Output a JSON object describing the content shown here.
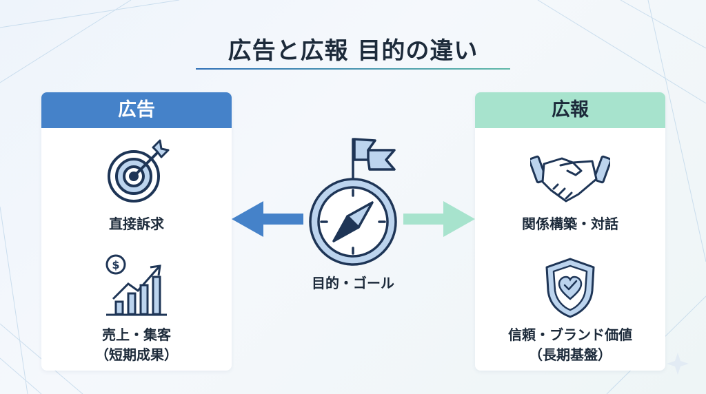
{
  "title": "広告と広報 目的の違い",
  "left_panel": {
    "header": "広告",
    "item1": "直接訴求",
    "item2_line1": "売上・集客",
    "item2_line2": "（短期成果）"
  },
  "center": {
    "label": "目的・ゴール"
  },
  "right_panel": {
    "header": "広報",
    "item1": "関係構築・対話",
    "item2_line1": "信頼・ブランド価値",
    "item2_line2": "（長期基盤）"
  },
  "icons": {
    "left_top": "target-arrow-icon",
    "left_bottom": "dollar-growth-chart-icon",
    "center": "compass-flag-icon",
    "right_top": "handshake-icon",
    "right_bottom": "shield-heart-icon"
  },
  "colors": {
    "ad_blue": "#4582c9",
    "pr_green": "#a7e3cd",
    "icon_fill": "#bcd4ee",
    "outline": "#1e3556"
  }
}
